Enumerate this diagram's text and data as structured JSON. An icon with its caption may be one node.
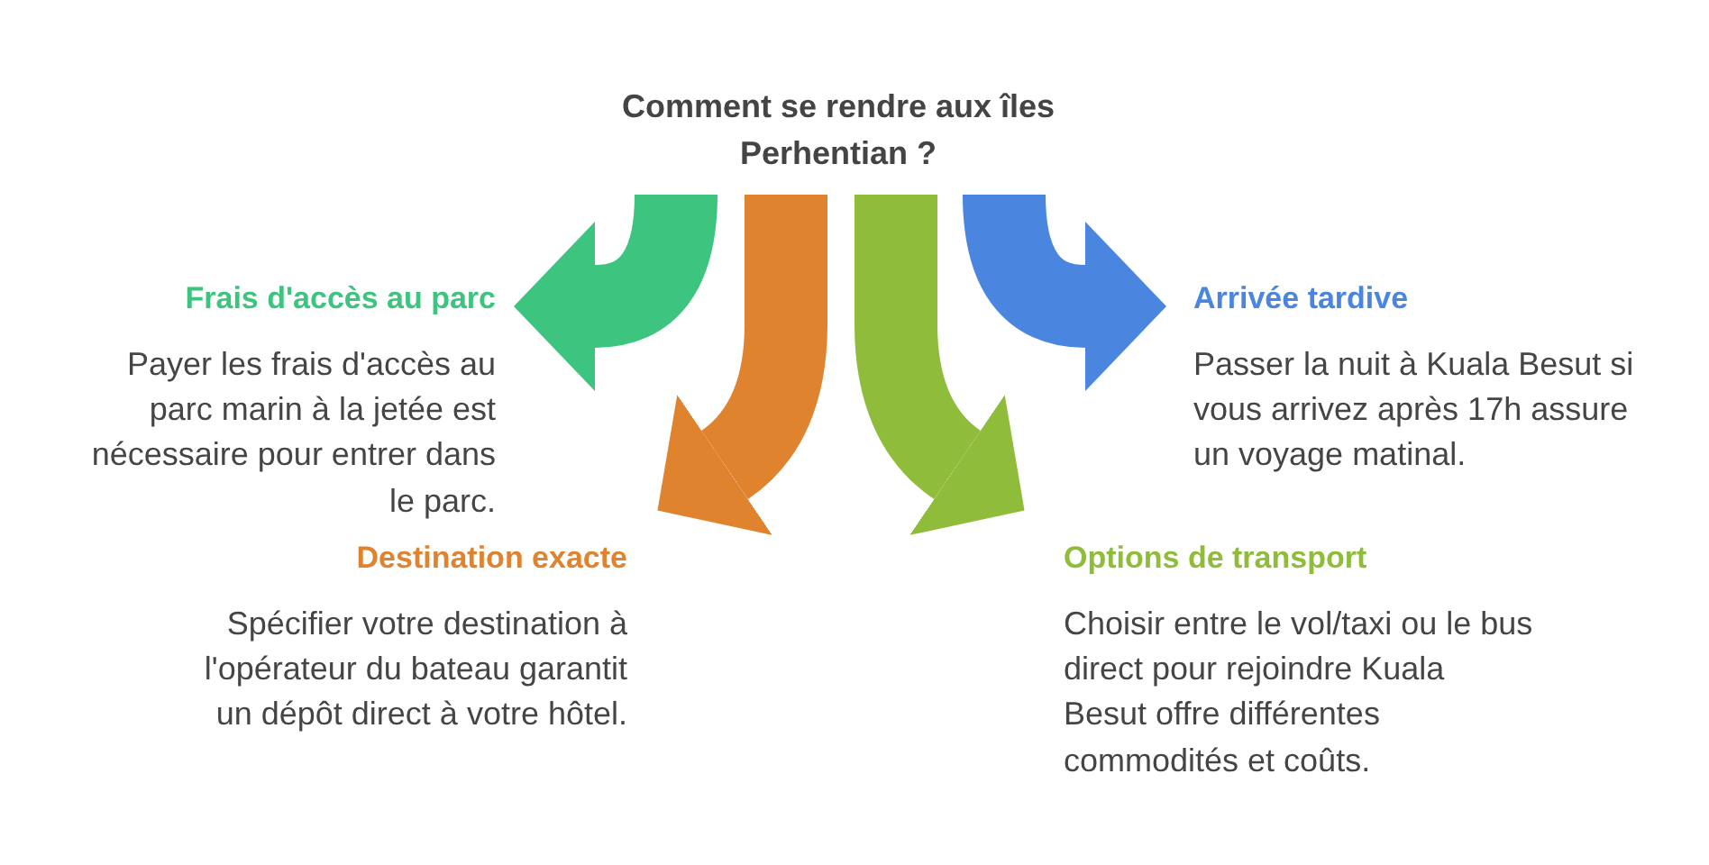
{
  "diagram": {
    "nodes": [
      {
        "text": [
          "Comment se rendre aux îles Perhentian ?"
        ]
      },
      {
        "text": [
          "Frais d'accès au parc",
          "Payer les frais d'accès au parc marin à la jetée est nécessaire pour entrer dans le parc."
        ]
      },
      {
        "text": [
          "Arrivée tardive",
          "Passer la nuit à Kuala Besut si vous arrivez après 17h assure un voyage matinal."
        ]
      },
      {
        "text": [
          "Destination exacte",
          "Spécifier votre destination à l'opérateur du bateau garantit un dépôt direct à votre hôtel."
        ]
      },
      {
        "text": [
          "Options de transport",
          "Choisir entre le vol/taxi ou le bus direct pour rejoindre Kuala Besut offre différentes commodités et coûts."
        ]
      }
    ],
    "edges": [
      {
        "from": 0,
        "to": 1,
        "arrow": "to",
        "color": "#3dc47e"
      },
      {
        "from": 0,
        "to": 3,
        "arrow": "to",
        "color": "#e0832f"
      },
      {
        "from": 0,
        "to": 4,
        "arrow": "to",
        "color": "#8fbc3a"
      },
      {
        "from": 0,
        "to": 2,
        "arrow": "to",
        "color": "#4a86e0"
      }
    ]
  }
}
